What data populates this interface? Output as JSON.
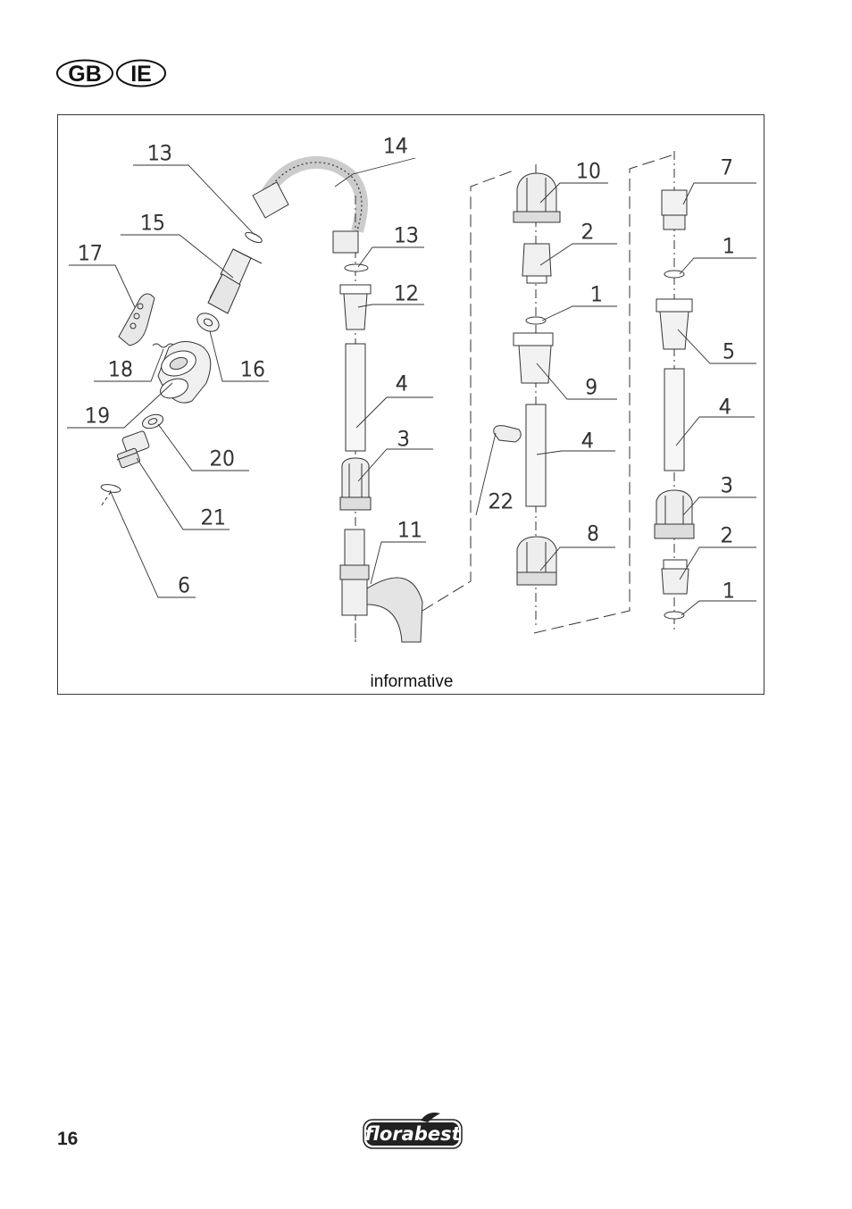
{
  "header": {
    "language_badges": [
      "GB",
      "IE"
    ]
  },
  "figure": {
    "caption": "informative",
    "callouts": {
      "c13a": "13",
      "c14": "14",
      "c13b": "13",
      "c15": "15",
      "c17": "17",
      "c12": "12",
      "c18": "18",
      "c16": "16",
      "c4a": "4",
      "c19": "19",
      "c3a": "3",
      "c20": "20",
      "c21": "21",
      "c11": "11",
      "c6": "6",
      "c10": "10",
      "c2a": "2",
      "c1a": "1",
      "c9": "9",
      "c4b": "4",
      "c22": "22",
      "c8": "8",
      "c7": "7",
      "c1b": "1",
      "c5": "5",
      "c4c": "4",
      "c3b": "3",
      "c2b": "2",
      "c1c": "1"
    }
  },
  "footer": {
    "page_number": "16",
    "brand": "florabest"
  }
}
